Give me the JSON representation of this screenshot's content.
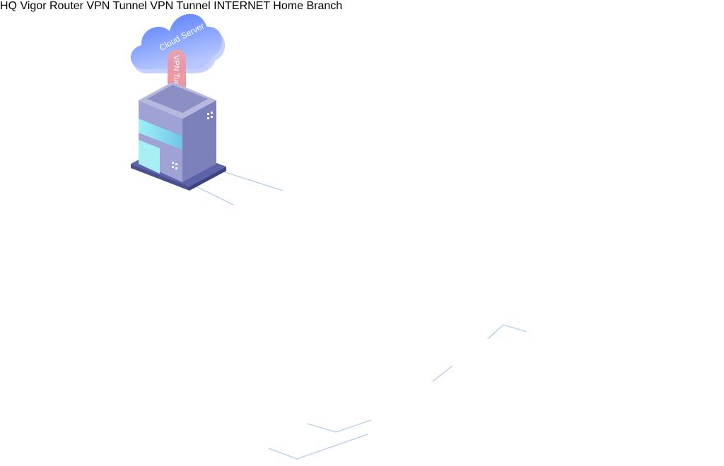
{
  "labels": {
    "hq": "HQ",
    "router": "Vigor Router",
    "home": "Home",
    "branch": "Branch"
  },
  "clouds": {
    "cloud_server": "Cloud Server",
    "internet": "INTERNET"
  },
  "tunnels": {
    "vertical": "VPN Tunnel",
    "home": "VPN Tunnel",
    "branch": "VPN Tunnel"
  },
  "colors": {
    "cloud_top": "#5b86ff",
    "cloud_bottom": "#b3c4ff",
    "tunnel": "#f08a8a",
    "building_body": "#8c8fc4",
    "glass": "#8be3ef",
    "router_body": "#2f2f33",
    "arrow": "#2b7fff",
    "cable": "#b8d0ec",
    "label": "#6d6d73"
  }
}
